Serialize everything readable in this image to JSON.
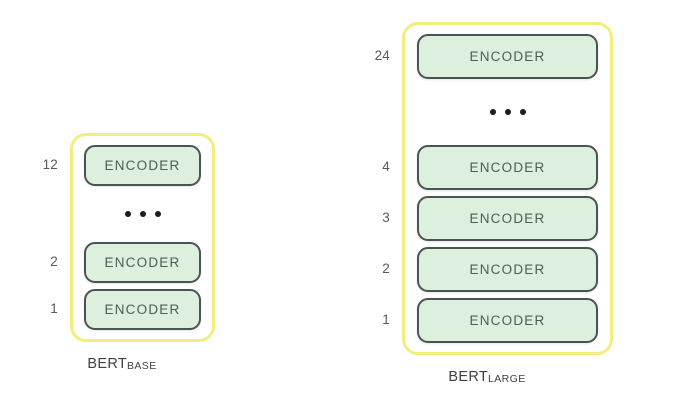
{
  "figure": {
    "background_color": "#ffffff",
    "frame_color": "#f2ee7e",
    "encoder_fill": "#ddf0de",
    "encoder_border": "#4a5451",
    "encoder_text_color": "#4b6050",
    "index_text_color": "#5a5a5a"
  },
  "models": [
    {
      "id": "bert-base",
      "caption_main": "BERT",
      "caption_sub": "BASE",
      "rows": [
        {
          "index": "12",
          "type": "encoder",
          "label": "ENCODER"
        },
        {
          "index": "",
          "type": "ellipsis",
          "label": "• • •"
        },
        {
          "index": "2",
          "type": "encoder",
          "label": "ENCODER"
        },
        {
          "index": "1",
          "type": "encoder",
          "label": "ENCODER"
        }
      ]
    },
    {
      "id": "bert-large",
      "caption_main": "BERT",
      "caption_sub": "LARGE",
      "rows": [
        {
          "index": "24",
          "type": "encoder",
          "label": "ENCODER"
        },
        {
          "index": "",
          "type": "ellipsis",
          "label": "• • •"
        },
        {
          "index": "4",
          "type": "encoder",
          "label": "ENCODER"
        },
        {
          "index": "3",
          "type": "encoder",
          "label": "ENCODER"
        },
        {
          "index": "2",
          "type": "encoder",
          "label": "ENCODER"
        },
        {
          "index": "1",
          "type": "encoder",
          "label": "ENCODER"
        }
      ]
    }
  ]
}
